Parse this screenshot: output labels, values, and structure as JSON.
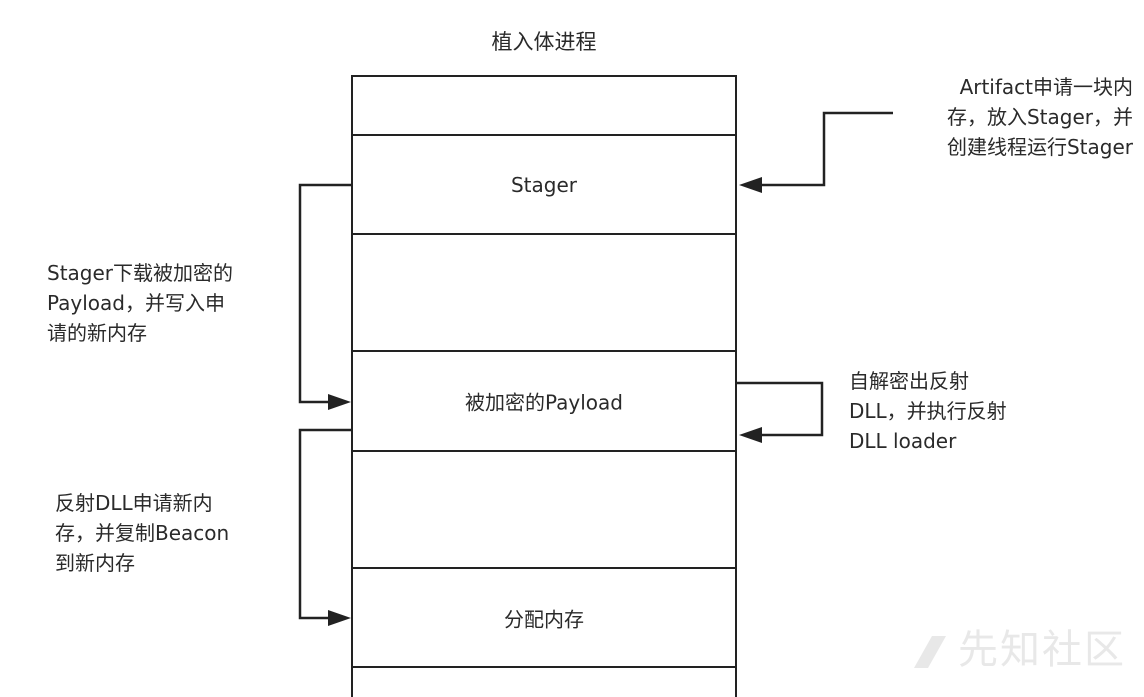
{
  "title": "植入体进程",
  "blocks": {
    "stager": "Stager",
    "payload": "被加密的Payload",
    "alloc": "分配内存"
  },
  "notes": {
    "artifact": "Artifact申请一块内\n存，放入Stager，并\n创建线程运行Stager",
    "stager_download": "Stager下载被加密的\nPayload，并写入申\n请的新内存",
    "self_decrypt": "自解密出反射\nDLL，并执行反射\nDLL loader",
    "reflective": "反射DLL申请新内\n存，并复制Beacon\n到新内存"
  },
  "watermark": "先知社区",
  "colors": {
    "line": "#222222",
    "text": "#2a2a2a",
    "watermark": "#e8e8e8"
  }
}
